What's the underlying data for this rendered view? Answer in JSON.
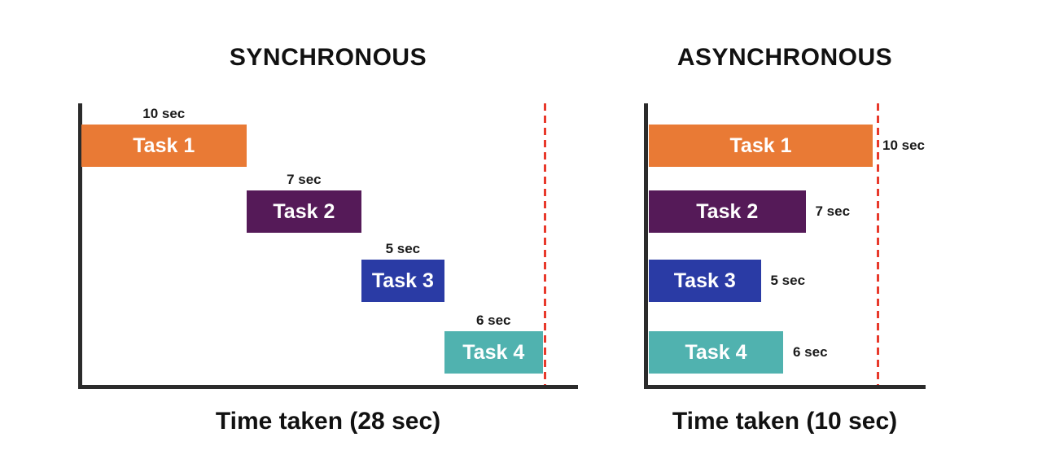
{
  "colors": {
    "deadline_line": "#E8392B",
    "axis": "#2B2B2B",
    "label_text": "#1A1A1A",
    "bar_label_text": "#FFFFFF",
    "background": "#FFFFFF",
    "orange": "#E97A35",
    "purple": "#551A58",
    "blue": "#2A3BA5",
    "teal": "#50B2AF"
  },
  "chart_data": [
    {
      "type": "bar",
      "subtype": "gantt-waterfall",
      "title": "SYNCHRONOUS",
      "xlabel": "Time taken (28 sec)",
      "total_time_sec": 28,
      "deadline_sec": 28,
      "duration_label_position": "above",
      "xlim": [
        0,
        30
      ],
      "tasks": [
        {
          "label": "Task 1",
          "start_sec": 0,
          "duration_sec": 10,
          "duration_label": "10 sec",
          "color": "#E97A35"
        },
        {
          "label": "Task 2",
          "start_sec": 10,
          "duration_sec": 7,
          "duration_label": "7 sec",
          "color": "#551A58"
        },
        {
          "label": "Task 3",
          "start_sec": 17,
          "duration_sec": 5,
          "duration_label": "5 sec",
          "color": "#2A3BA5"
        },
        {
          "label": "Task 4",
          "start_sec": 22,
          "duration_sec": 6,
          "duration_label": "6 sec",
          "color": "#50B2AF"
        }
      ]
    },
    {
      "type": "bar",
      "subtype": "gantt-parallel",
      "title": "ASYNCHRONOUS",
      "xlabel": "Time taken (10 sec)",
      "total_time_sec": 10,
      "deadline_sec": 10,
      "duration_label_position": "right",
      "xlim": [
        0,
        12.5
      ],
      "tasks": [
        {
          "label": "Task 1",
          "start_sec": 0,
          "duration_sec": 10,
          "duration_label": "10 sec",
          "color": "#E97A35"
        },
        {
          "label": "Task 2",
          "start_sec": 0,
          "duration_sec": 7,
          "duration_label": "7 sec",
          "color": "#551A58"
        },
        {
          "label": "Task 3",
          "start_sec": 0,
          "duration_sec": 5,
          "duration_label": "5 sec",
          "color": "#2A3BA5"
        },
        {
          "label": "Task 4",
          "start_sec": 0,
          "duration_sec": 6,
          "duration_label": "6 sec",
          "color": "#50B2AF"
        }
      ]
    }
  ]
}
